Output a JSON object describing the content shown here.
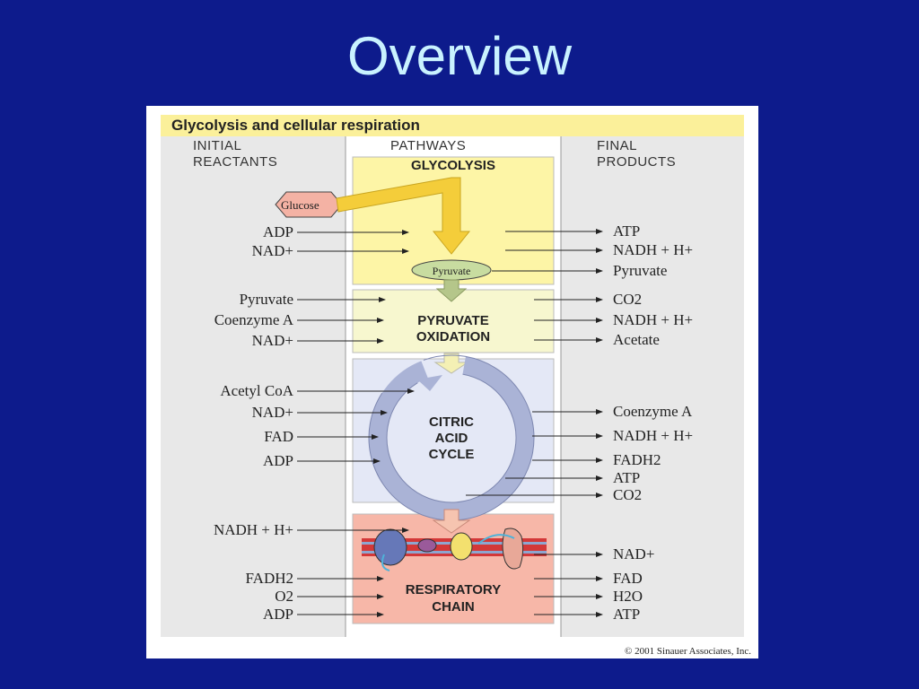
{
  "slide": {
    "title": "Overview"
  },
  "figure": {
    "title": "Glycolysis and cellular respiration",
    "columns": {
      "initial_line1": "INITIAL",
      "initial_line2": "REACTANTS",
      "pathways": "PATHWAYS",
      "final_line1": "FINAL",
      "final_line2": "PRODUCTS"
    },
    "glycolysis": {
      "name": "GLYCOLYSIS",
      "glucose": "Glucose",
      "pyruvate": "Pyruvate",
      "inputs": [
        "ADP",
        "NAD+"
      ],
      "outputs": [
        "ATP",
        "NADH + H+",
        "Pyruvate"
      ]
    },
    "pyruvate_oxidation": {
      "name_line1": "PYRUVATE",
      "name_line2": "OXIDATION",
      "inputs": [
        "Pyruvate",
        "Coenzyme A",
        "NAD+"
      ],
      "outputs": [
        "CO2",
        "NADH + H+",
        "Acetate"
      ]
    },
    "citric_acid_cycle": {
      "name_line1": "CITRIC",
      "name_line2": "ACID",
      "name_line3": "CYCLE",
      "inputs": [
        "Acetyl CoA",
        "NAD+",
        "FAD",
        "ADP"
      ],
      "outputs": [
        "Coenzyme A",
        "NADH + H+",
        "FADH2",
        "ATP",
        "CO2"
      ]
    },
    "respiratory_chain": {
      "name_line1": "RESPIRATORY",
      "name_line2": "CHAIN",
      "inputs": [
        "NADH + H+",
        "FADH2",
        "O2",
        "ADP"
      ],
      "outputs": [
        "NAD+",
        "FAD",
        "H2O",
        "ATP"
      ]
    },
    "copyright": "© 2001 Sinauer Associates, Inc."
  },
  "colors": {
    "background": "#0d1b8c",
    "title": "#c9f2ff",
    "glycolysis_box": "#fdf5a6",
    "oxidation_box": "#f7f7cf",
    "cycle_box": "#e4e8f6",
    "chain_box": "#f7b7a8",
    "side_columns": "#e8e8e8"
  }
}
